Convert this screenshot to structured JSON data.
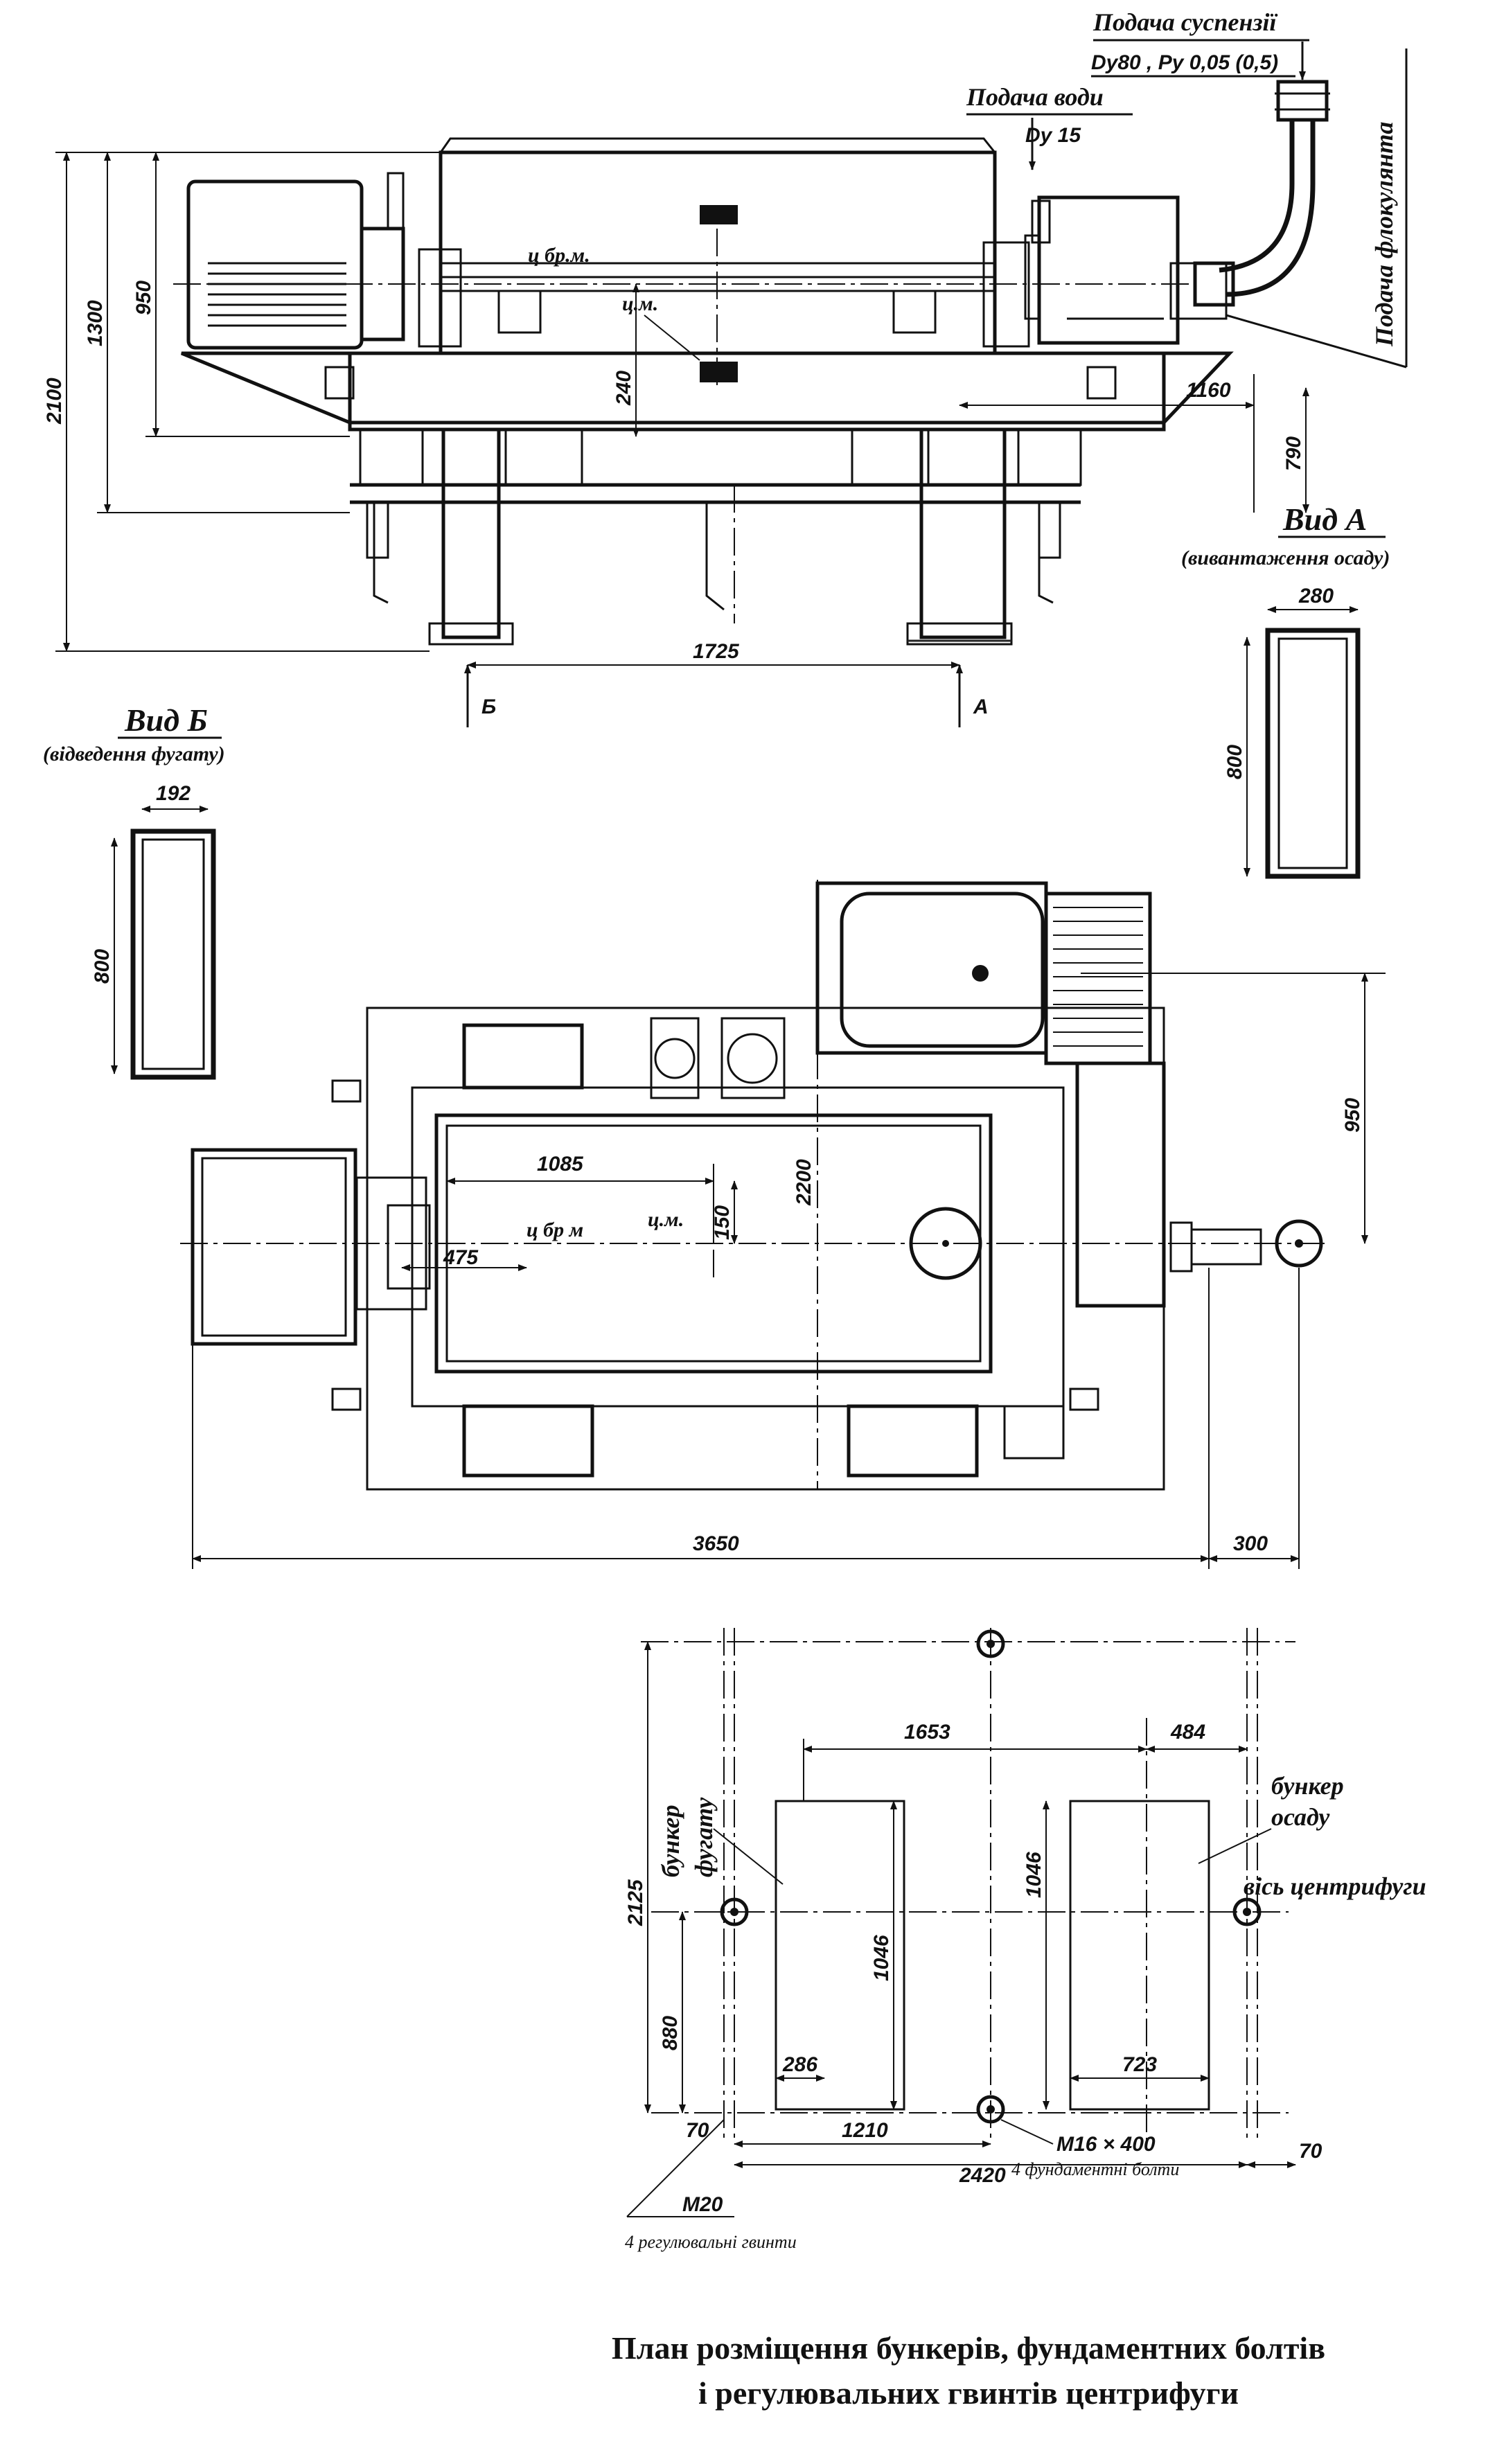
{
  "labels": {
    "suspension_feed": "Подача суспензії",
    "suspension_spec": "Dy80 , Py 0,05 (0,5)",
    "water_feed": "Подача води",
    "water_spec": "Dy 15",
    "flocculant_feed": "Подача флокулянта",
    "cbrm": "ц бр.м.",
    "cm": "ц.м.",
    "cbrm_plan": "ц бр м",
    "cm_plan": "ц.м."
  },
  "views": {
    "a_title": "Вид А",
    "a_subtitle": "(вивантаження осаду)",
    "b_title": "Вид Б",
    "b_subtitle": "(відведення фугату)",
    "marker_a": "А",
    "marker_b": "Б"
  },
  "dims_side": {
    "d2100": "2100",
    "d1300": "1300",
    "d950": "950",
    "d240": "240",
    "d1160": "1160",
    "d790": "790",
    "d1725": "1725"
  },
  "dims_views": {
    "a_width": "280",
    "a_height": "800",
    "b_width": "192",
    "b_height": "800"
  },
  "dims_plan": {
    "d1085": "1085",
    "d150": "150",
    "d475": "475",
    "d2200": "2200",
    "d950": "950",
    "d3650": "3650",
    "d300": "300"
  },
  "foundation": {
    "d1653": "1653",
    "d484": "484",
    "d2125": "2125",
    "d880": "880",
    "d1046_left": "1046",
    "d1046_right": "1046",
    "d286": "286",
    "d723": "723",
    "d70_left": "70",
    "d1210": "1210",
    "d2420": "2420",
    "d70_right": "70",
    "bolt_spec": "М16 × 400",
    "bolt_note": "4 фундаментні болти",
    "screw_spec": "М20",
    "screw_note": "4 регулювальні гвинти",
    "hopper_fugate": "бункер фугату",
    "hopper_fugate_1": "бункер",
    "hopper_fugate_2": "фугату",
    "hopper_sediment_1": "бункер",
    "hopper_sediment_2": "осаду",
    "axis": "вісь центрифуги"
  },
  "caption": {
    "line1": "План розміщення бункерів, фундаментних болтів",
    "line2": "і регулювальних гвинтів центрифуги"
  }
}
